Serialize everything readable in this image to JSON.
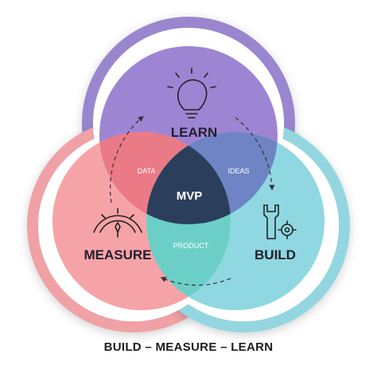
{
  "diagram": {
    "center_label": "MVP",
    "circles": {
      "learn": {
        "label": "LEARN",
        "color": "#9e85d3",
        "border_color": "#9a86cf"
      },
      "measure": {
        "label": "MEASURE",
        "color": "#f6a3a8",
        "border_color": "#f0a1a6"
      },
      "build": {
        "label": "BUILD",
        "color": "#8fd8e2",
        "border_color": "#94d6e0"
      }
    },
    "overlaps": {
      "learn_measure": {
        "label": "DATA",
        "color": "#ea7a86"
      },
      "learn_build": {
        "label": "IDEAS",
        "color": "#6f84c4"
      },
      "measure_build": {
        "label": "PRODUCT",
        "color": "#6ccfc7"
      },
      "center_color": "#2b3f5c"
    },
    "icons": {
      "learn": "lightbulb-icon",
      "measure": "gauge-icon",
      "build": "wrench-gear-icon"
    }
  },
  "caption": "BUILD – MEASURE – LEARN"
}
